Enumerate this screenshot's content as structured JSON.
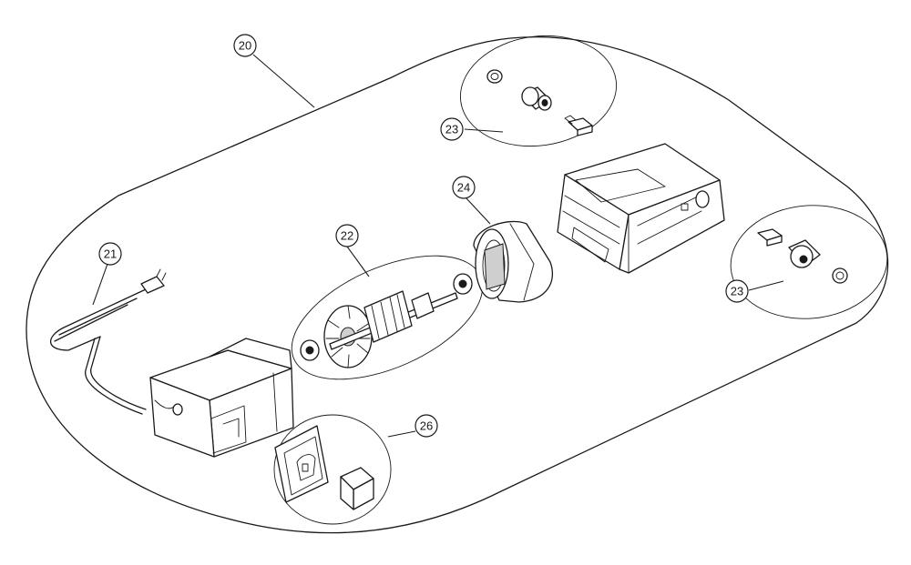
{
  "callouts": {
    "c20": "20",
    "c21": "21",
    "c22": "22",
    "c23a": "23",
    "c23b": "23",
    "c24": "24",
    "c26": "26"
  }
}
